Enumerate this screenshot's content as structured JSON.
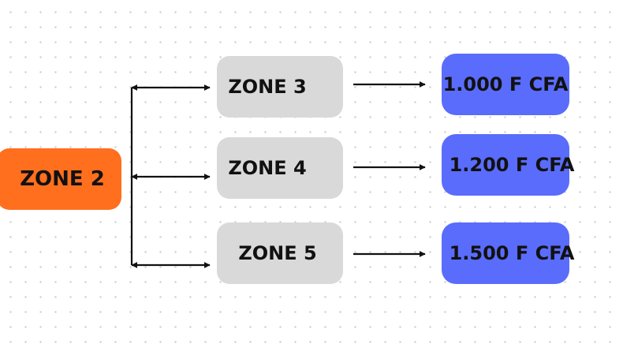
{
  "diagram": {
    "source": {
      "label": "ZONE 2",
      "color": "#ff6f1e"
    },
    "zones": [
      {
        "label": "ZONE 3",
        "price": "1.000 F CFA"
      },
      {
        "label": "ZONE 4",
        "price": "1.200 F CFA"
      },
      {
        "label": "ZONE 5",
        "price": "1.500 F CFA"
      }
    ],
    "colors": {
      "zone_box": "#d9d9d9",
      "price_box": "#5a6cfb",
      "arrows": "#111111"
    }
  }
}
